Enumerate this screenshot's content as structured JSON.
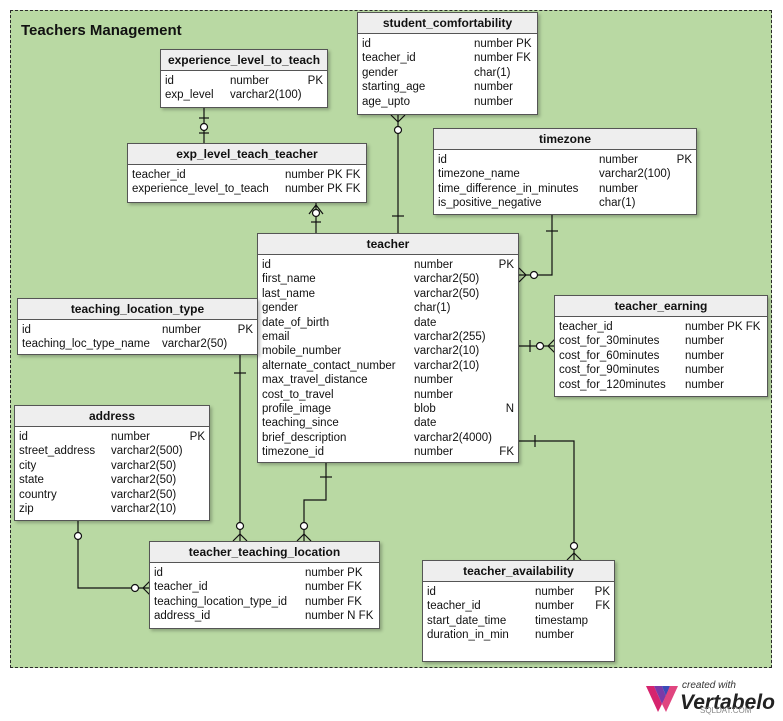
{
  "diagram": {
    "title": "Teachers Management"
  },
  "logo": {
    "small": "created with",
    "big": "Vertabelo"
  },
  "watermark": "SQLDAT.COM",
  "tables": [
    {
      "id": "experience_level_to_teach",
      "name": "experience_level_to_teach",
      "columns": [
        [
          "id",
          "number",
          "PK"
        ],
        [
          "exp_level",
          "varchar2(100)",
          ""
        ]
      ]
    },
    {
      "id": "student_comfortability",
      "name": "student_comfortability",
      "columns": [
        [
          "id",
          "number PK",
          ""
        ],
        [
          "teacher_id",
          "number FK",
          ""
        ],
        [
          "gender",
          "char(1)",
          ""
        ],
        [
          "starting_age",
          "number",
          ""
        ],
        [
          "age_upto",
          "number",
          ""
        ]
      ]
    },
    {
      "id": "exp_level_teach_teacher",
      "name": "exp_level_teach_teacher",
      "columns": [
        [
          "teacher_id",
          "number PK FK",
          ""
        ],
        [
          "experience_level_to_teach",
          "number PK FK",
          ""
        ]
      ]
    },
    {
      "id": "timezone",
      "name": "timezone",
      "columns": [
        [
          "id",
          "number",
          "PK"
        ],
        [
          "timezone_name",
          "varchar2(100)",
          ""
        ],
        [
          "time_difference_in_minutes",
          "number",
          ""
        ],
        [
          "is_positive_negative",
          "char(1)",
          ""
        ]
      ]
    },
    {
      "id": "teacher",
      "name": "teacher",
      "columns": [
        [
          "id",
          "number",
          "PK"
        ],
        [
          "first_name",
          "varchar2(50)",
          ""
        ],
        [
          "last_name",
          "varchar2(50)",
          ""
        ],
        [
          "gender",
          "char(1)",
          ""
        ],
        [
          "date_of_birth",
          "date",
          ""
        ],
        [
          "email",
          "varchar2(255)",
          ""
        ],
        [
          "mobile_number",
          "varchar2(10)",
          ""
        ],
        [
          "alternate_contact_number",
          "varchar2(10)",
          ""
        ],
        [
          "max_travel_distance",
          "number",
          ""
        ],
        [
          "cost_to_travel",
          "number",
          ""
        ],
        [
          "profile_image",
          "blob",
          "N"
        ],
        [
          "teaching_since",
          "date",
          ""
        ],
        [
          "brief_description",
          "varchar2(4000)",
          ""
        ],
        [
          "timezone_id",
          "number",
          "FK"
        ]
      ]
    },
    {
      "id": "teaching_location_type",
      "name": "teaching_location_type",
      "columns": [
        [
          "id",
          "number",
          "PK"
        ],
        [
          "teaching_loc_type_name",
          "varchar2(50)",
          ""
        ]
      ]
    },
    {
      "id": "teacher_earning",
      "name": "teacher_earning",
      "columns": [
        [
          "teacher_id",
          "number PK FK",
          ""
        ],
        [
          "cost_for_30minutes",
          "number",
          ""
        ],
        [
          "cost_for_60minutes",
          "number",
          ""
        ],
        [
          "cost_for_90minutes",
          "number",
          ""
        ],
        [
          "cost_for_120minutes",
          "number",
          ""
        ]
      ]
    },
    {
      "id": "address",
      "name": "address",
      "columns": [
        [
          "id",
          "number",
          "PK"
        ],
        [
          "street_address",
          "varchar2(500)",
          ""
        ],
        [
          "city",
          "varchar2(50)",
          ""
        ],
        [
          "state",
          "varchar2(50)",
          ""
        ],
        [
          "country",
          "varchar2(50)",
          ""
        ],
        [
          "zip",
          "varchar2(10)",
          ""
        ]
      ]
    },
    {
      "id": "teacher_teaching_location",
      "name": "teacher_teaching_location",
      "columns": [
        [
          "id",
          "number PK",
          ""
        ],
        [
          "teacher_id",
          "number FK",
          ""
        ],
        [
          "teaching_location_type_id",
          "number FK",
          ""
        ],
        [
          "address_id",
          "number N FK",
          ""
        ]
      ]
    },
    {
      "id": "teacher_availability",
      "name": "teacher_availability",
      "columns": [
        [
          "id",
          "number",
          "PK"
        ],
        [
          "teacher_id",
          "number",
          "FK"
        ],
        [
          "start_date_time",
          "timestamp",
          ""
        ],
        [
          "duration_in_min",
          "number",
          ""
        ]
      ]
    }
  ]
}
